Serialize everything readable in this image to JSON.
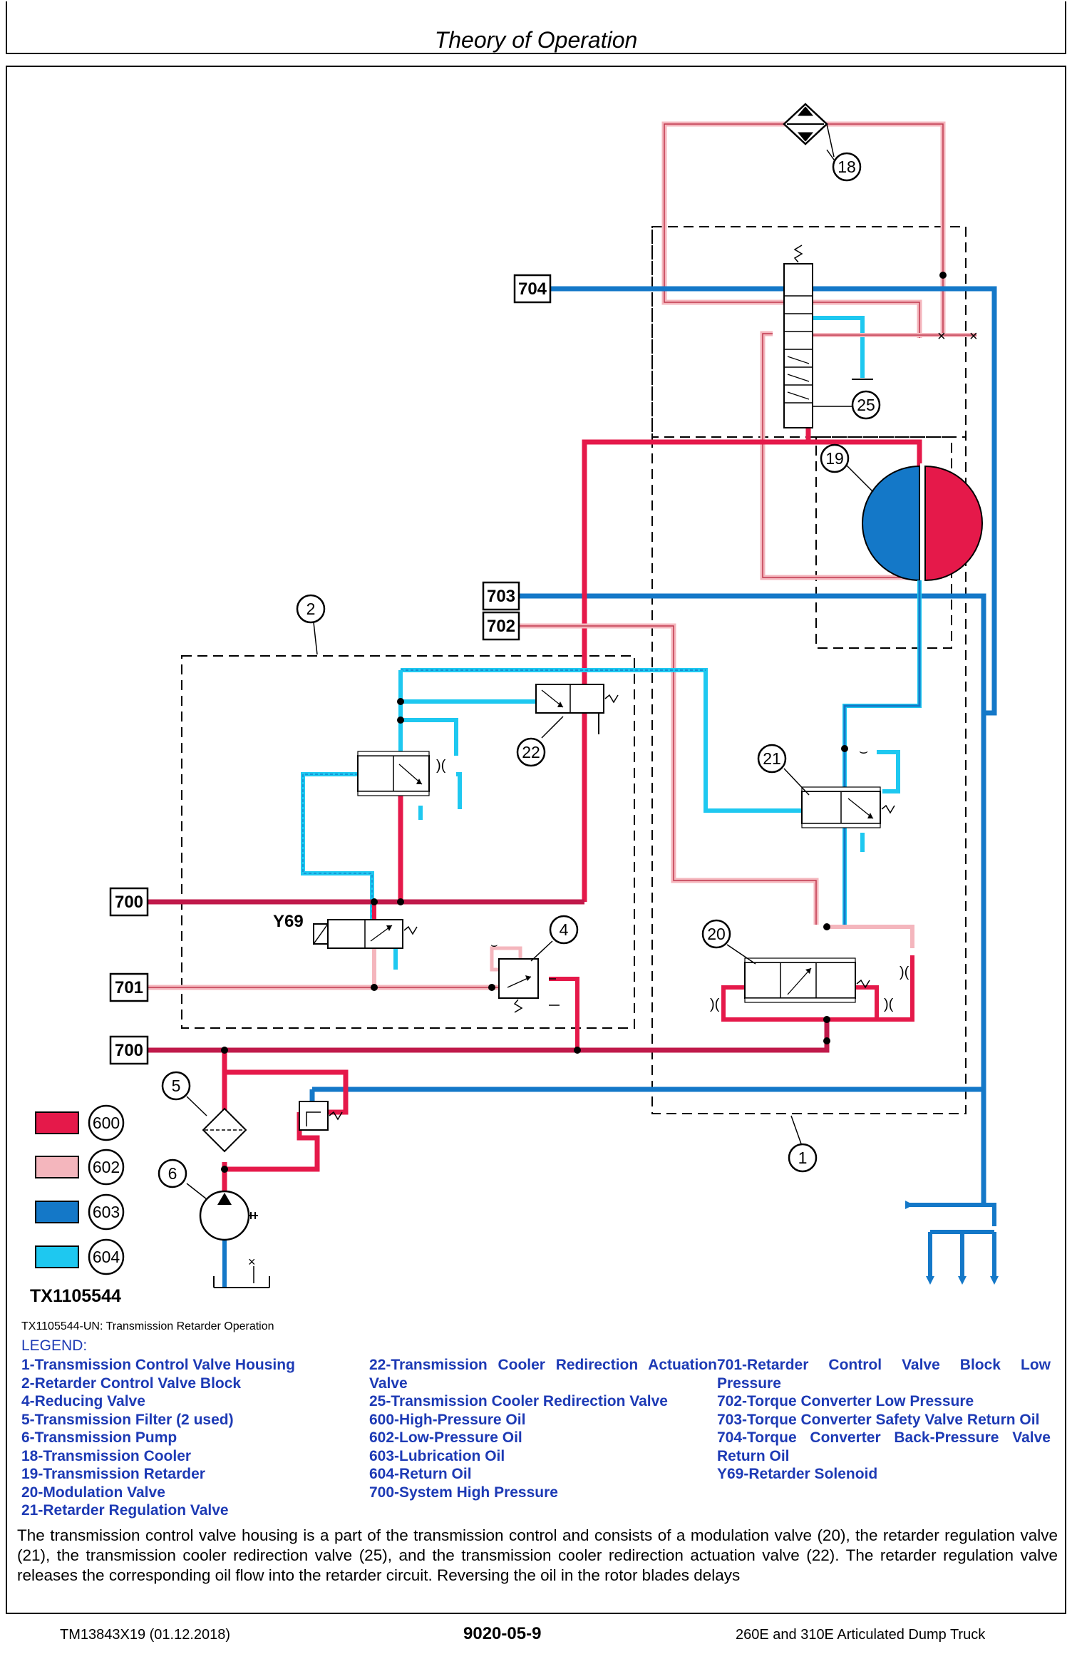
{
  "header": {
    "title": "Theory of Operation"
  },
  "diagram": {
    "callouts": {
      "c1": "1",
      "c2": "2",
      "c4": "4",
      "c5": "5",
      "c6": "6",
      "c18": "18",
      "c19": "19",
      "c20": "20",
      "c21": "21",
      "c22": "22",
      "c25": "25"
    },
    "ports": {
      "p700a": "700",
      "p700b": "700",
      "p701": "701",
      "p702": "702",
      "p703": "703",
      "p704": "704"
    },
    "solenoid_label": "Y69",
    "figure_id": "TX1105544",
    "key": [
      {
        "code": "600",
        "color": "#e5194a"
      },
      {
        "code": "602",
        "color": "#f4b6bd"
      },
      {
        "code": "603",
        "color": "#1478c8"
      },
      {
        "code": "604",
        "color": "#1ec8f0"
      }
    ]
  },
  "legend": {
    "caption": "TX1105544-UN: Transmission Retarder Operation",
    "title": "LEGEND:",
    "col1": [
      "1-Transmission Control Valve Housing",
      "2-Retarder Control Valve Block",
      "4-Reducing Valve",
      "5-Transmission Filter (2 used)",
      "6-Transmission Pump",
      "18-Transmission Cooler",
      "19-Transmission Retarder",
      "20-Modulation Valve",
      "21-Retarder Regulation Valve"
    ],
    "col2": [
      "22-Transmission Cooler Redirection Actuation Valve",
      "25-Transmission Cooler Redirection Valve",
      "600-High-Pressure Oil",
      "602-Low-Pressure Oil",
      "603-Lubrication Oil",
      "604-Return Oil",
      "700-System High Pressure"
    ],
    "col3": [
      "701-Retarder Control Valve Block Low Pressure",
      "702-Torque Converter Low Pressure",
      "703-Torque Converter Safety Valve Return Oil",
      "704-Torque Converter Back-Pressure Valve Return Oil",
      "Y69-Retarder Solenoid"
    ]
  },
  "description": "The transmission control valve housing is a part of the transmission control and consists of a modulation valve (20), the retarder regulation valve (21), the transmission cooler redirection valve (25), and the transmission cooler redirection actuation valve (22). The retarder regulation valve releases the corresponding oil flow into the retarder circuit. Reversing the oil in the rotor blades delays",
  "footer": {
    "left": "TM13843X19 (01.12.2018)",
    "center": "9020-05-9",
    "right": "260E and 310E Articulated Dump Truck"
  }
}
